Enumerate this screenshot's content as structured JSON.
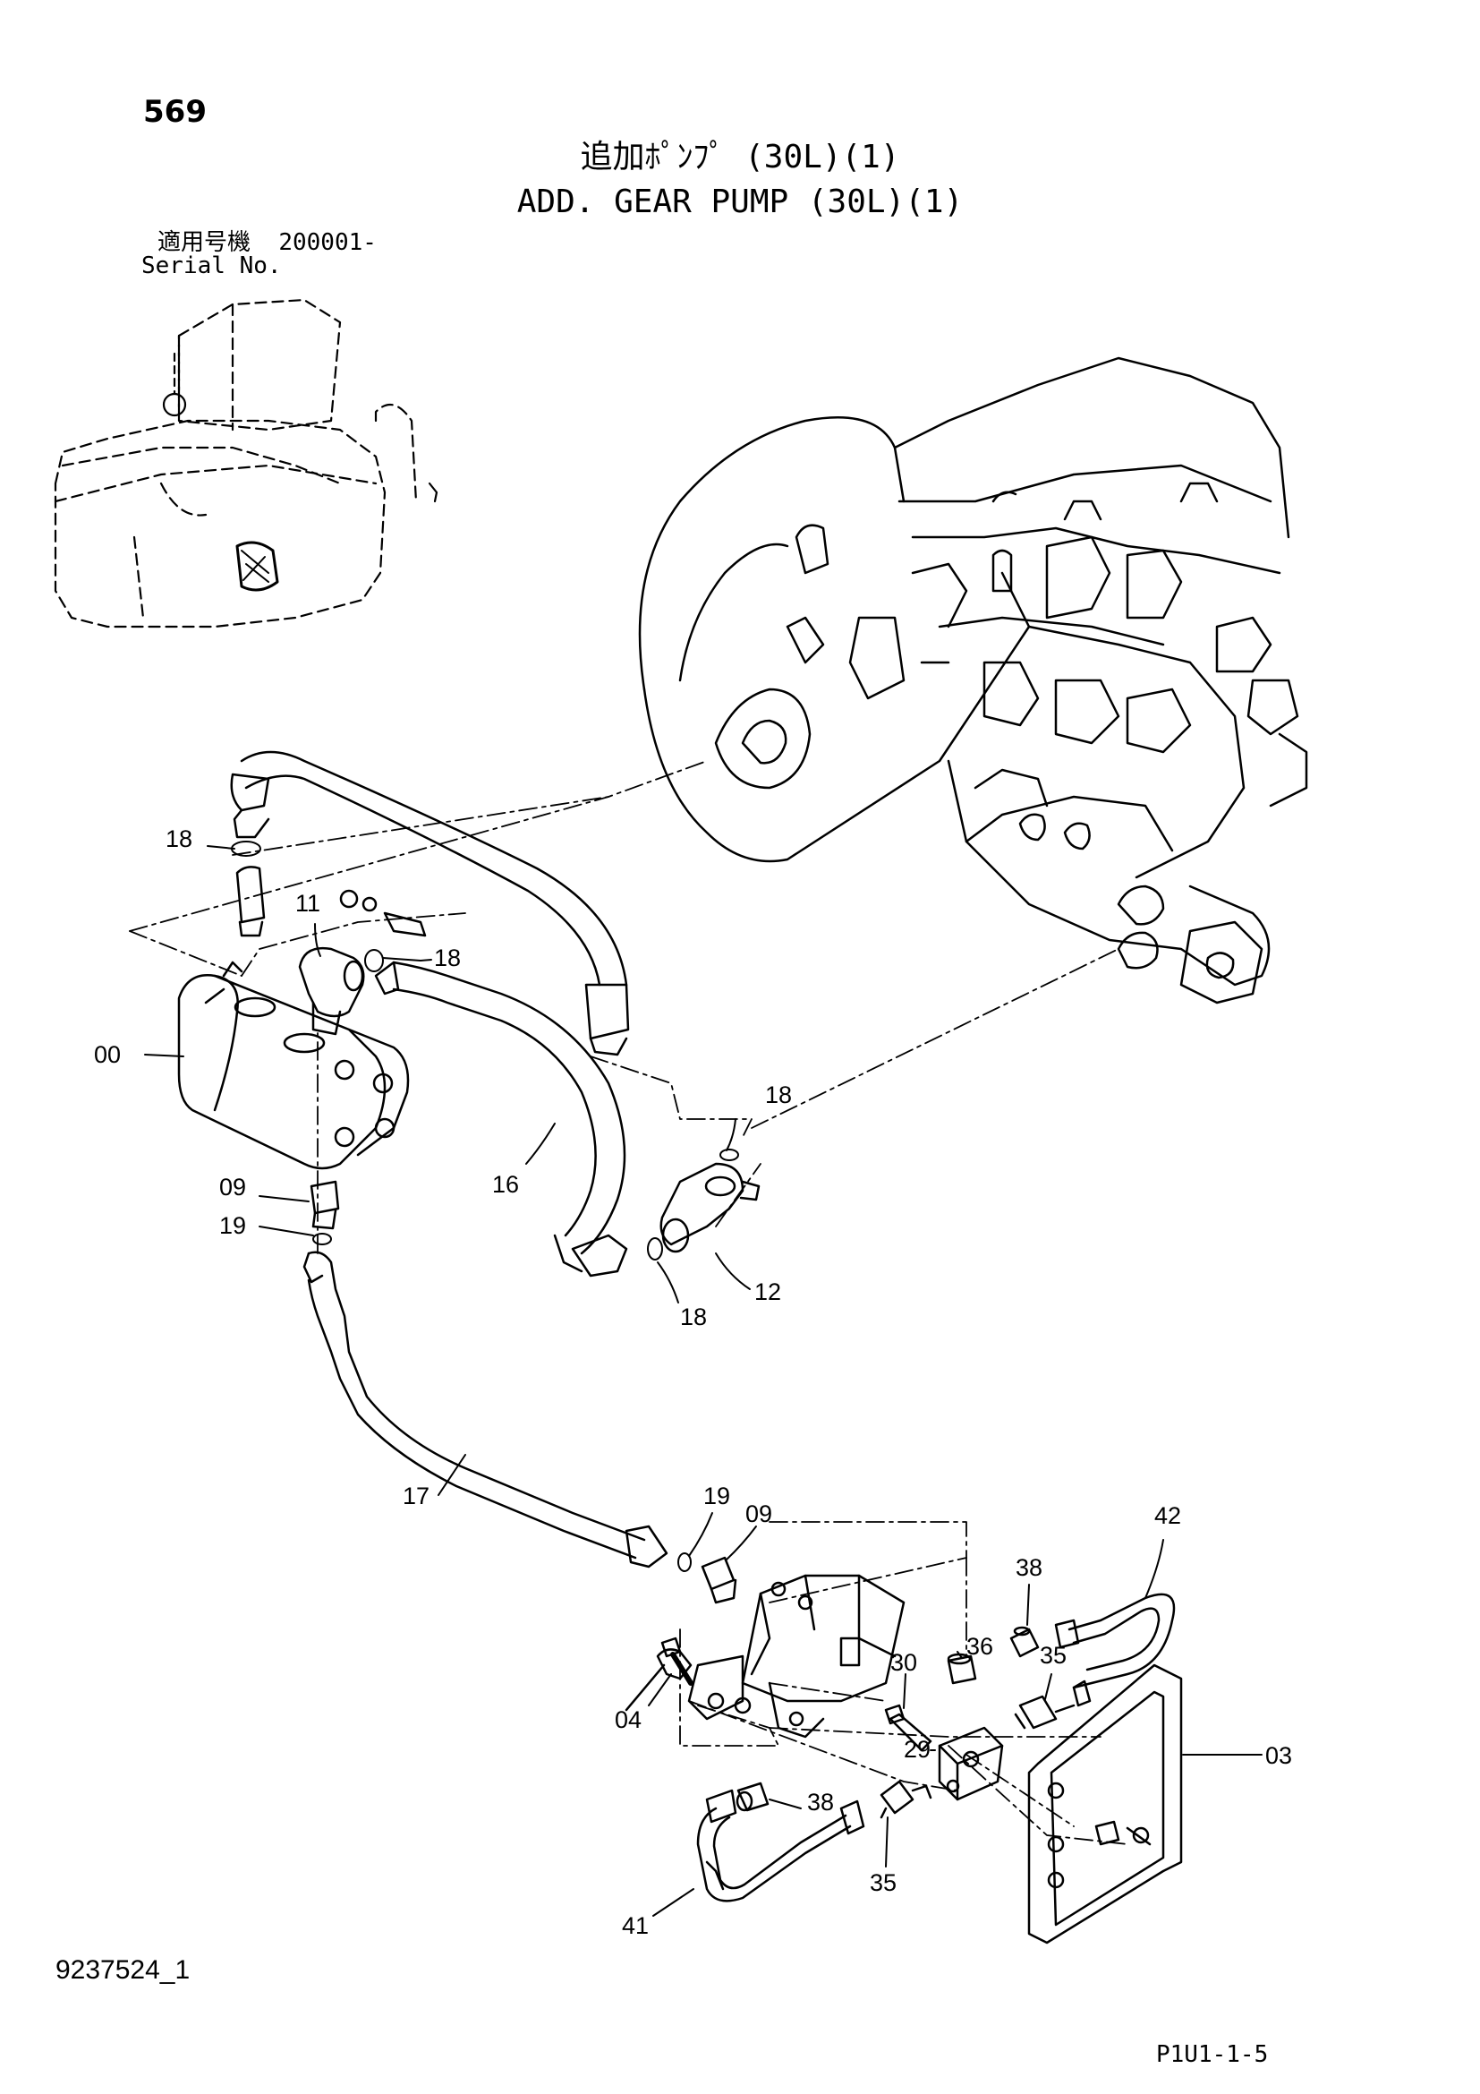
{
  "header": {
    "page_number": "569",
    "title_jp": "追加ﾎﾟﾝﾌﾟ (30L)(1)",
    "title_en": "ADD. GEAR PUMP (30L)(1)",
    "serial_label_jp": "適用号機",
    "serial_value": "200001-",
    "serial_label_en": "Serial No."
  },
  "footer": {
    "doc_id": "9237524_1",
    "page_code": "P1U1-1-5"
  },
  "callouts": {
    "c18a": "18",
    "c11": "11",
    "c18b": "18",
    "c00": "00",
    "c18c": "18",
    "c09a": "09",
    "c16": "16",
    "c19a": "19",
    "c12": "12",
    "c18d": "18",
    "c17": "17",
    "c19b": "19",
    "c09b": "09",
    "c42": "42",
    "c38a": "38",
    "c36": "36",
    "c30": "30",
    "c35a": "35",
    "c04": "04",
    "c29": "29",
    "c03": "03",
    "c38b": "38",
    "c35b": "35",
    "c41": "41"
  }
}
